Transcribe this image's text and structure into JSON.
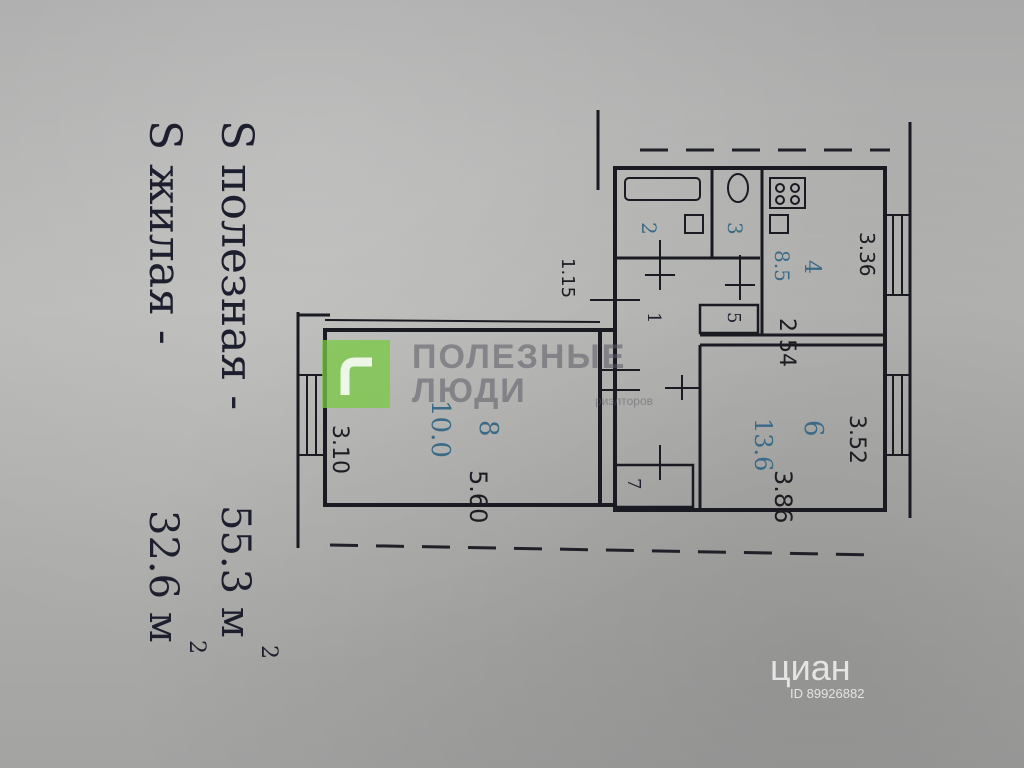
{
  "area_notes": {
    "useful_label": "S полезная -",
    "useful_value": "55.3 м",
    "useful_exp": "2",
    "living_label": "S жилая -",
    "living_value": "32.6 м",
    "living_exp": "2"
  },
  "rooms": [
    {
      "number": "8",
      "area": "10.0",
      "width": "5.60",
      "depth": "3.10"
    },
    {
      "number": "6",
      "area": "13.6",
      "width": "3.86",
      "depth": "3.52"
    },
    {
      "number": "4",
      "area": "8.5",
      "width": "2.54",
      "depth": "3.36"
    },
    {
      "number": "2",
      "area": ""
    },
    {
      "number": "3",
      "area": ""
    },
    {
      "number": "5",
      "area": ""
    },
    {
      "number": "1",
      "area": ""
    },
    {
      "number": "7",
      "area": ""
    }
  ],
  "dimension_misc": "1.15",
  "watermark": {
    "line1": "ПОЛЕЗНЫЕ",
    "line2": "ЛЮДИ",
    "subtitle": "риэлторов",
    "brand_color": "#7ac943"
  },
  "cian": {
    "logo": "циан",
    "id": "ID 89926882"
  }
}
